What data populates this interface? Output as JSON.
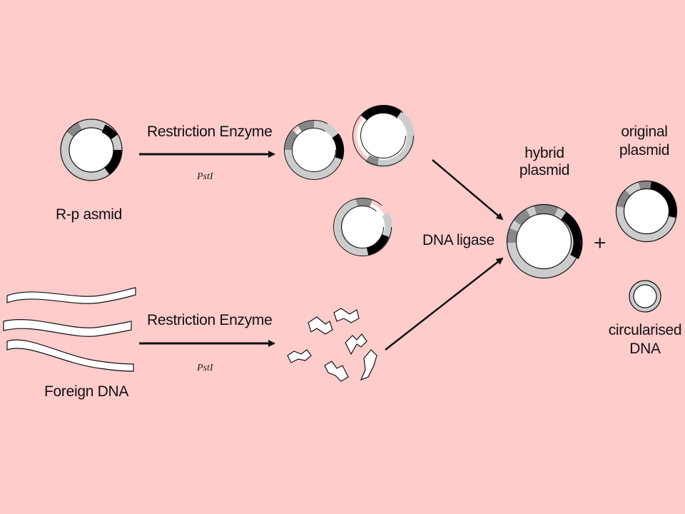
{
  "labels": {
    "rplasmid": "R-p asmid",
    "restriction_top": "Restriction Enzyme",
    "enzyme_top": "PstI",
    "restriction_bottom": "Restriction Enzyme",
    "enzyme_bottom": "PstI",
    "foreign_dna": "Foreign DNA",
    "dna_ligase": "DNA ligase",
    "hybrid_line1": "hybrid",
    "hybrid_line2": "plasmid",
    "original_line1": "original",
    "original_line2": "plasmid",
    "plus": "+",
    "circularised_line1": "circularised",
    "circularised_line2": "DNA"
  },
  "colors": {
    "background": "#FFCCCC",
    "ring_light": "#CCCCCC",
    "ring_mid": "#888888",
    "ring_dark": "#000000",
    "stroke": "#111111"
  }
}
